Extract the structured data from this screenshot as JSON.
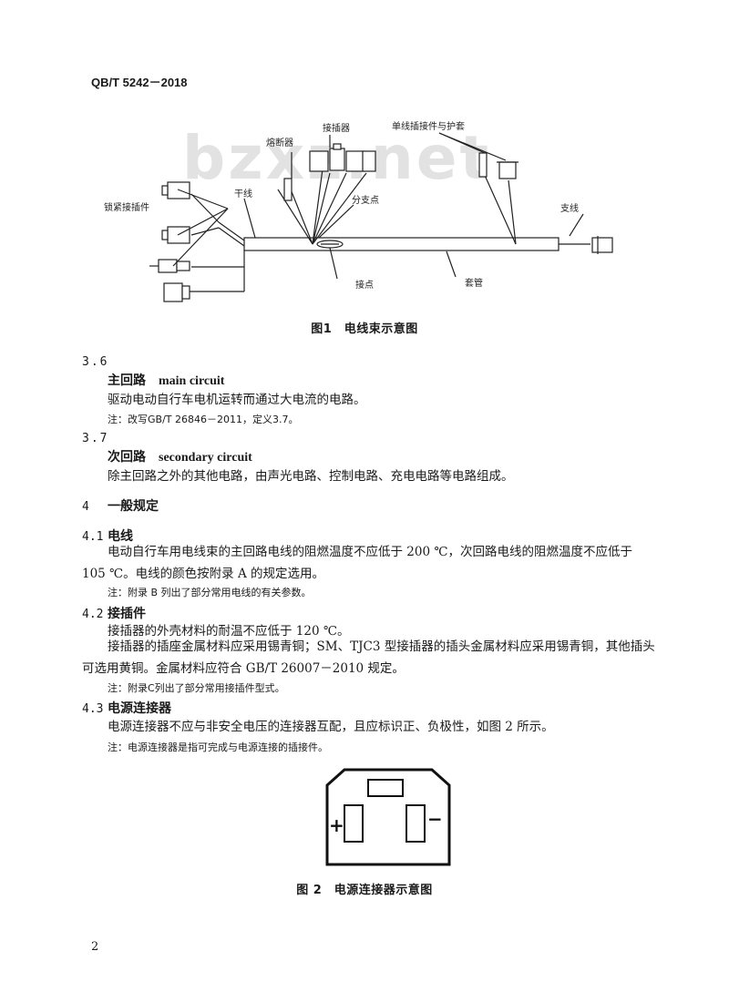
{
  "header": {
    "standard_code": "QB/T 5242－2018"
  },
  "watermark": "bzxz.net",
  "figure1": {
    "labels": {
      "fuse": "熔断器",
      "connector": "接插器",
      "single_wire_connector": "单线插接件与护套",
      "locking_connector": "锁紧接插件",
      "trunk_line": "干线",
      "branch_point": "分支点",
      "branch_line": "支线",
      "joint": "接点",
      "sleeve": "套管"
    },
    "caption": "图1　电线束示意图"
  },
  "sections": {
    "s36": {
      "number": "3.6",
      "term_cn": "主回路",
      "term_en": "main circuit",
      "definition": "驱动电动自行车电机运转而通过大电流的电路。",
      "note": "注：改写GB/T 26846－2011，定义3.7。"
    },
    "s37": {
      "number": "3.7",
      "term_cn": "次回路",
      "term_en": "secondary circuit",
      "definition": "除主回路之外的其他电路，由声光电路、控制电路、充电电路等电路组成。"
    },
    "s4": {
      "number": "4",
      "title": "一般规定"
    },
    "s41": {
      "number": "4.1",
      "title": "电线",
      "text": "电动自行车用电线束的主回路电线的阻燃温度不应低于 200 ℃，次回路电线的阻燃温度不应低于 105 ℃。电线的颜色按附录 A 的规定选用。",
      "note": "注：附录 B 列出了部分常用电线的有关参数。"
    },
    "s42": {
      "number": "4.2",
      "title": "接插件",
      "text1": "接插器的外壳材料的耐温不应低于 120 ℃。",
      "text2": "接插器的插座金属材料应采用锡青铜；SM、TJC3 型接插器的插头金属材料应采用锡青铜，其他插头可选用黄铜。金属材料应符合 GB/T 26007－2010 规定。",
      "note": "注：附录C列出了部分常用接插件型式。"
    },
    "s43": {
      "number": "4.3",
      "title": "电源连接器",
      "text": "电源连接器不应与非安全电压的连接器互配，且应标识正、负极性，如图 2 所示。",
      "note": "注：电源连接器是指可完成与电源连接的插接件。"
    }
  },
  "figure2": {
    "plus": "+",
    "minus": "−",
    "caption": "图 2　电源连接器示意图"
  },
  "page_number": "2"
}
